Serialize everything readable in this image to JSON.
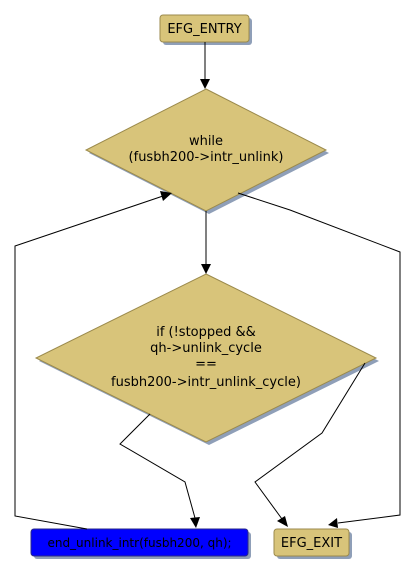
{
  "colors": {
    "node_fill": "#d8c47a",
    "node_border": "#9b8a4c",
    "node_shadow": "#8f9fb8",
    "call_node_fill": "#0000ff",
    "call_node_text": "#000000",
    "edge": "#000000",
    "background": "#ffffff"
  },
  "nodes": {
    "entry": {
      "label": "EFG_ENTRY"
    },
    "while_condition": {
      "lines": [
        "while",
        "(fusbh200->intr_unlink)"
      ]
    },
    "if_condition": {
      "lines": [
        "if (!stopped &&",
        "qh->unlink_cycle",
        "==",
        "fusbh200->intr_unlink_cycle)"
      ]
    },
    "call": {
      "label": "end_unlink_intr(fusbh200, qh);"
    },
    "exit": {
      "label": "EFG_EXIT"
    }
  }
}
